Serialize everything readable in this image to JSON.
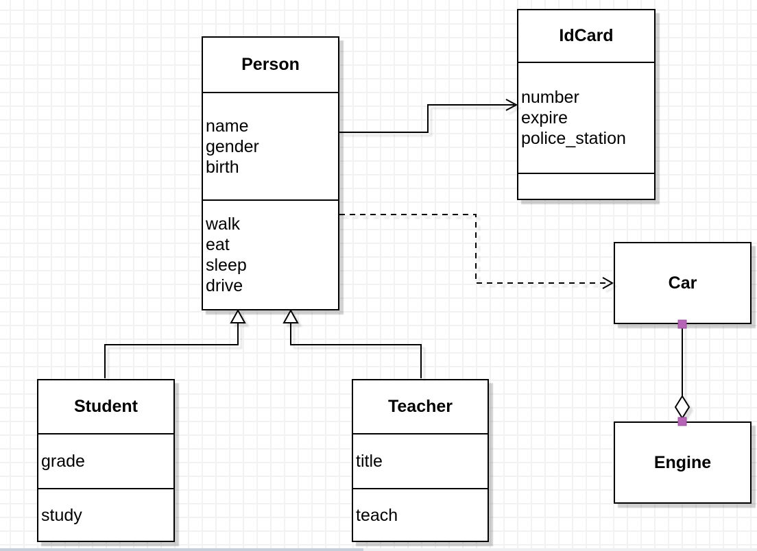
{
  "canvas": {
    "background": "#ffffff",
    "grid_color": "#f2f2f2",
    "stroke_color": "#000000",
    "box_fill": "#ffffff",
    "connection_point_color": "#b665b6"
  },
  "classes": {
    "person": {
      "name": "Person",
      "attributes": [
        "name",
        "gender",
        "birth"
      ],
      "methods": [
        "walk",
        "eat",
        "sleep",
        "drive"
      ]
    },
    "idcard": {
      "name": "IdCard",
      "attributes": [
        "number",
        "expire",
        "police_station"
      ],
      "methods": []
    },
    "car": {
      "name": "Car",
      "attributes": [],
      "methods": []
    },
    "engine": {
      "name": "Engine",
      "attributes": [],
      "methods": []
    },
    "student": {
      "name": "Student",
      "attributes": [
        "grade"
      ],
      "methods": [
        "study"
      ]
    },
    "teacher": {
      "name": "Teacher",
      "attributes": [
        "title"
      ],
      "methods": [
        "teach"
      ]
    }
  },
  "relations": [
    {
      "from": "Person",
      "to": "IdCard",
      "type": "association",
      "line": "solid",
      "marker": "open-arrow"
    },
    {
      "from": "Person",
      "to": "Car",
      "type": "dependency",
      "line": "dashed",
      "marker": "open-arrow"
    },
    {
      "from": "Student",
      "to": "Person",
      "type": "generalization",
      "line": "solid",
      "marker": "hollow-triangle"
    },
    {
      "from": "Teacher",
      "to": "Person",
      "type": "generalization",
      "line": "solid",
      "marker": "hollow-triangle"
    },
    {
      "from": "Car",
      "to": "Engine",
      "type": "aggregation",
      "line": "solid",
      "marker": "hollow-diamond"
    }
  ]
}
